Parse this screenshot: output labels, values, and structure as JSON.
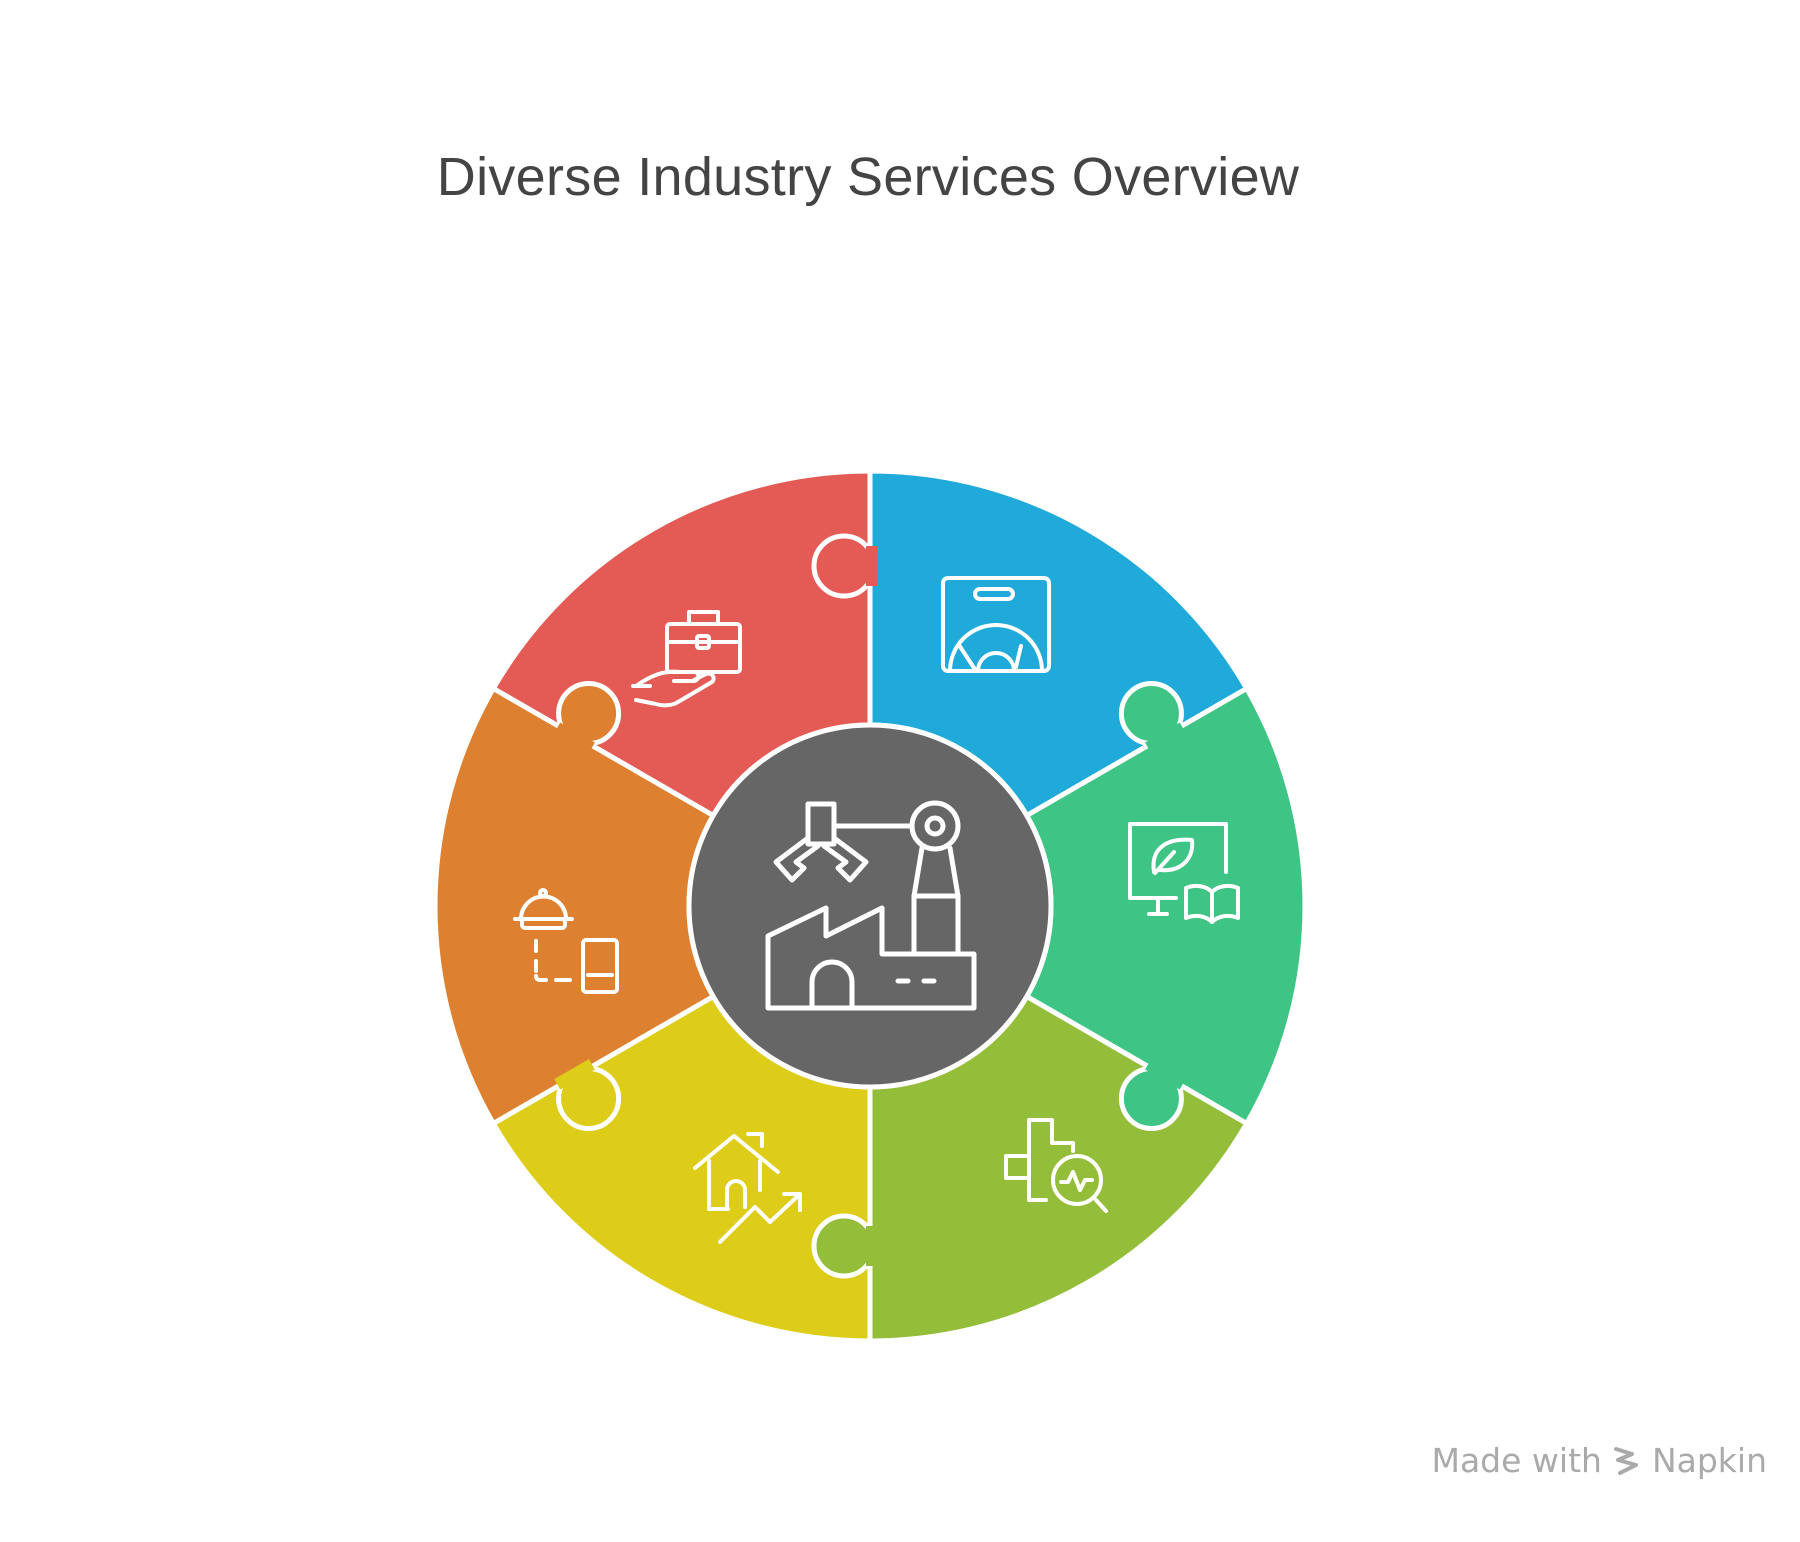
{
  "title": "Diverse Industry Services Overview",
  "footer": {
    "made_with": "Made with",
    "brand": "Napkin"
  },
  "colors": {
    "red": "#E45A55",
    "blue": "#20AADA",
    "green": "#3EC484",
    "lime": "#94BE3A",
    "yellow": "#DDCC18",
    "orange": "#DD8130",
    "center": "#666666",
    "stroke": "#ffffff"
  },
  "segments": [
    {
      "id": "top-left",
      "color": "#E45A55",
      "icon": "business-service-hand-icon"
    },
    {
      "id": "top-right",
      "color": "#20AADA",
      "icon": "washing-machine-icon"
    },
    {
      "id": "right",
      "color": "#3EC484",
      "icon": "e-learning-icon"
    },
    {
      "id": "bottom-right",
      "color": "#94BE3A",
      "icon": "healthcare-search-icon"
    },
    {
      "id": "bottom-left",
      "color": "#DDCC18",
      "icon": "real-estate-growth-icon"
    },
    {
      "id": "left",
      "color": "#DD8130",
      "icon": "food-delivery-mobile-icon"
    }
  ],
  "center": {
    "icon": "factory-robot-arm-icon"
  }
}
